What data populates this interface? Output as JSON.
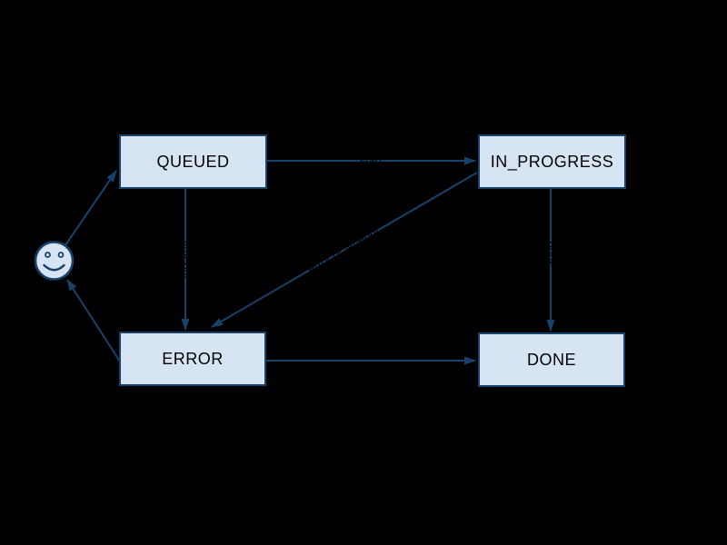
{
  "diagram": {
    "type": "state-machine",
    "background_color": "#000000",
    "colors": {
      "node_fill": "#d6e4f3",
      "node_border": "#17436b",
      "edge": "#17436b",
      "node_text": "#000000",
      "edge_label_text": "#000000"
    },
    "nodes": [
      {
        "id": "start",
        "shape": "smiley-face",
        "label": ""
      },
      {
        "id": "queued",
        "shape": "rect",
        "label": "QUEUED"
      },
      {
        "id": "in_progress",
        "shape": "rect",
        "label": "IN_PROGRESS"
      },
      {
        "id": "error",
        "shape": "rect",
        "label": "ERROR"
      },
      {
        "id": "done",
        "shape": "rect",
        "label": "DONE"
      }
    ],
    "edges": [
      {
        "from": "start",
        "to": "queued",
        "label": ""
      },
      {
        "from": "queued",
        "to": "in_progress",
        "label": "start",
        "label_legible": false
      },
      {
        "from": "queued",
        "to": "error",
        "label": "timeout",
        "label_legible": false
      },
      {
        "from": "in_progress",
        "to": "error",
        "label": "error or timeout",
        "label_legible": false
      },
      {
        "from": "in_progress",
        "to": "done",
        "label": "done",
        "label_legible": false
      },
      {
        "from": "error",
        "to": "done",
        "label": ""
      },
      {
        "from": "error",
        "to": "start",
        "label": ""
      }
    ]
  }
}
